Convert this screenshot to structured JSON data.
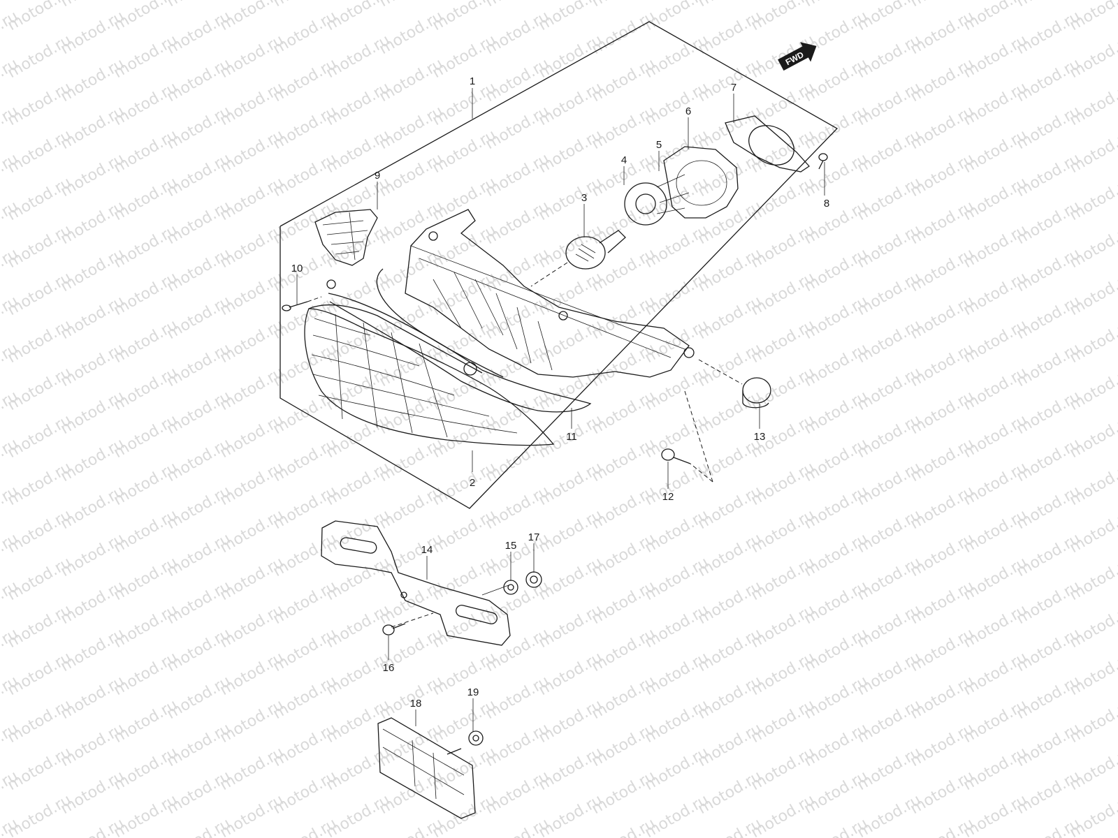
{
  "watermark": "motod.ru",
  "fwd_label": "FWD",
  "callouts": [
    "1",
    "2",
    "3",
    "4",
    "5",
    "6",
    "7",
    "8",
    "9",
    "10",
    "11",
    "12",
    "13",
    "14",
    "15",
    "16",
    "17",
    "18",
    "19"
  ],
  "icons": [
    "fwd-arrow-icon"
  ]
}
